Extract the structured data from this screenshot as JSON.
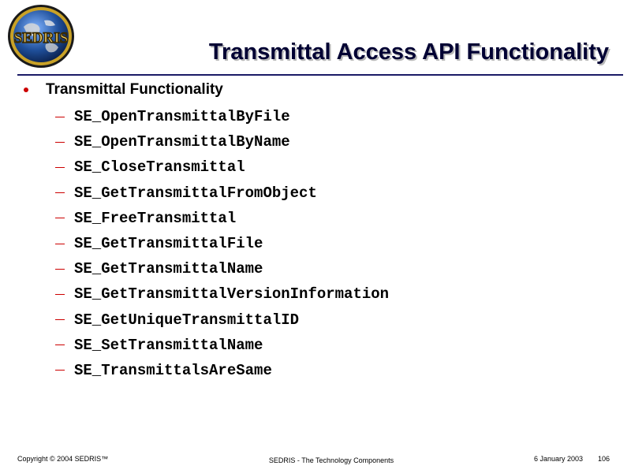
{
  "logo": {
    "text": "SEDRIS"
  },
  "title": "Transmittal Access API Functionality",
  "bullet": {
    "text": "Transmittal Functionality",
    "items": [
      "SE_OpenTransmittalByFile",
      "SE_OpenTransmittalByName",
      "SE_CloseTransmittal",
      "SE_GetTransmittalFromObject",
      "SE_FreeTransmittal",
      "SE_GetTransmittalFile",
      "SE_GetTransmittalName",
      "SE_GetTransmittalVersionInformation",
      "SE_GetUniqueTransmittalID",
      "SE_SetTransmittalName",
      "SE_TransmittalsAreSame"
    ]
  },
  "footer": {
    "copyright": "Copyright © 2004 SEDRIS™",
    "center": "SEDRIS - The Technology Components",
    "date": "6 January 2003",
    "page": "106"
  },
  "colors": {
    "title": "#000033",
    "rule": "#1a1a66",
    "bullet": "#cc0000",
    "logo_ring": "#c9a227",
    "logo_globe": "#1f4f9a"
  }
}
